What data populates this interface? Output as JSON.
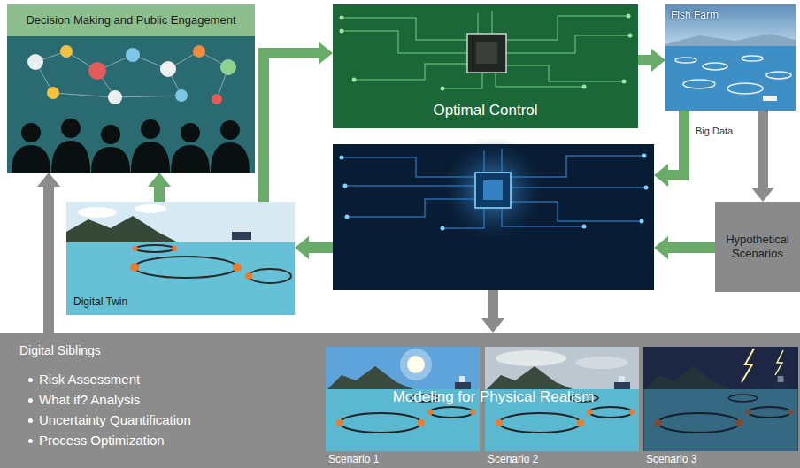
{
  "diagram": {
    "nodes": [
      {
        "text": [
          "Decision Making and Public Engagement"
        ]
      },
      {
        "text": [
          "Optimal Control"
        ]
      },
      {
        "text": [
          "Fish Farm"
        ]
      },
      {
        "text": [
          "Modeling for Physical Realism"
        ]
      },
      {
        "text": [
          "Hypothetical Scenarios"
        ]
      },
      {
        "text": [
          "Digital Twin"
        ]
      },
      {
        "text": [
          "Digital Siblings",
          "Risk Assessment",
          "What if? Analysis",
          "Uncertainty Quantification",
          "Process Optimization"
        ]
      },
      {
        "text": [
          "Scenario 1"
        ],
        "in": 6
      },
      {
        "text": [
          "Scenario 2"
        ],
        "in": 6
      },
      {
        "text": [
          "Scenario 3"
        ],
        "in": 6
      }
    ],
    "edges": [
      {
        "from": 5,
        "to": 1,
        "arrow": "to"
      },
      {
        "from": 5,
        "to": 0,
        "arrow": "to"
      },
      {
        "from": 1,
        "to": 2,
        "arrow": "to"
      },
      {
        "from": 2,
        "to": 3,
        "arrow": "to"
      },
      {
        "from": 2,
        "to": 4,
        "arrow": "to"
      },
      {
        "from": 4,
        "to": 3,
        "arrow": "to"
      },
      {
        "from": 3,
        "to": 5,
        "arrow": "to"
      },
      {
        "from": 3,
        "to": 6,
        "arrow": "to"
      },
      {
        "from": 6,
        "to": 0,
        "arrow": "to"
      }
    ],
    "labels": [
      "Big Data"
    ]
  }
}
